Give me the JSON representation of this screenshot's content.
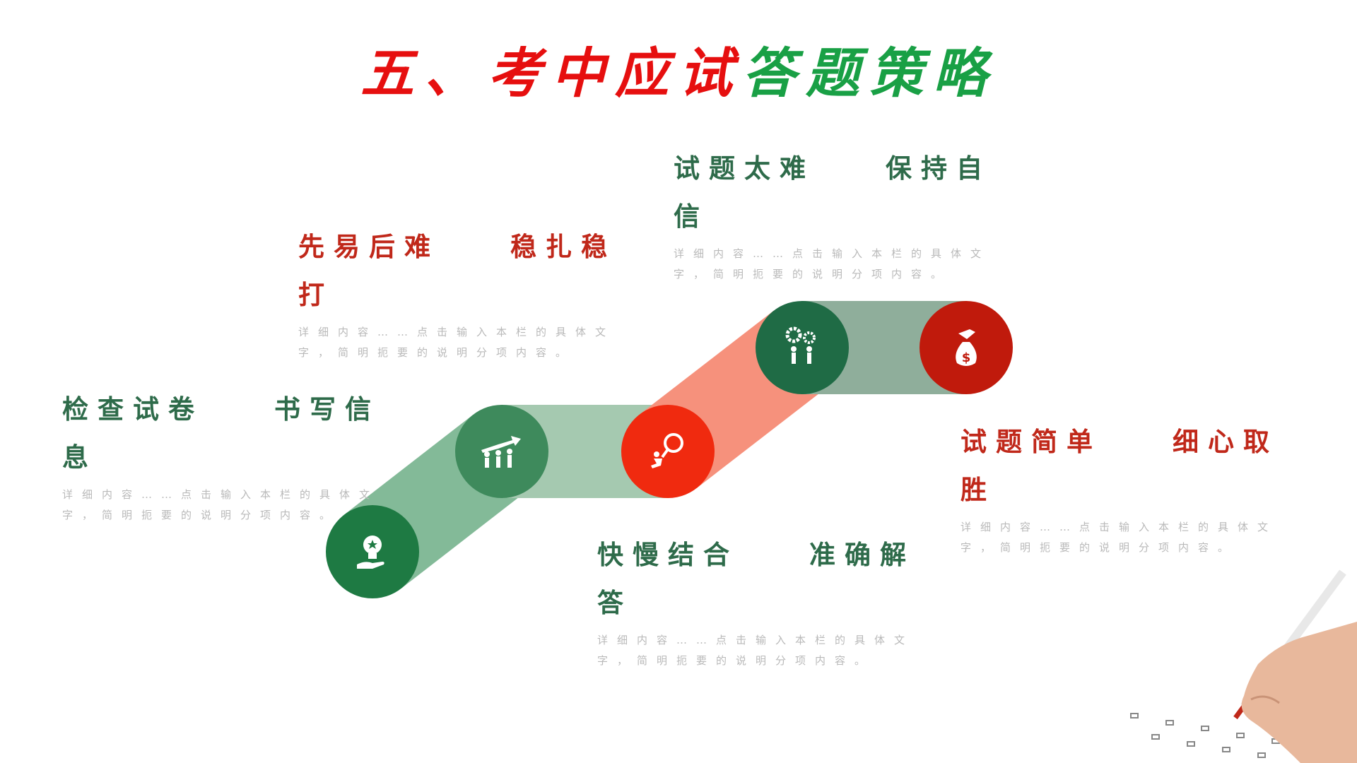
{
  "title": {
    "part1": "五、考中应试",
    "part2": "答题策略",
    "color1": "#e60f0f",
    "color2": "#19a045"
  },
  "steps": [
    {
      "heading": "检查试卷　　书写信息",
      "desc": "详细内容……点击输入本栏的具体文字，简明扼要的说明分项内容。",
      "icon": "lightbulb-hand-icon",
      "color": "#1e7a43"
    },
    {
      "heading": "先易后难　　稳扎稳打",
      "desc": "详细内容……点击输入本栏的具体文字，简明扼要的说明分项内容。",
      "icon": "team-growth-icon",
      "color": "#3e8a5c"
    },
    {
      "heading": "快慢结合　　准确解答",
      "desc": "详细内容……点击输入本栏的具体文字，简明扼要的说明分项内容。",
      "icon": "person-magnifier-icon",
      "color": "#f02a0f"
    },
    {
      "heading": "试题太难　　保持自信",
      "desc": "详细内容……点击输入本栏的具体文字，简明扼要的说明分项内容。",
      "icon": "gears-team-icon",
      "color": "#1f6b45"
    },
    {
      "heading": "试题简单　　细心取胜",
      "desc": "详细内容……点击输入本栏的具体文字，简明扼要的说明分项内容。",
      "icon": "money-bag-icon",
      "color": "#c01a0c"
    }
  ]
}
